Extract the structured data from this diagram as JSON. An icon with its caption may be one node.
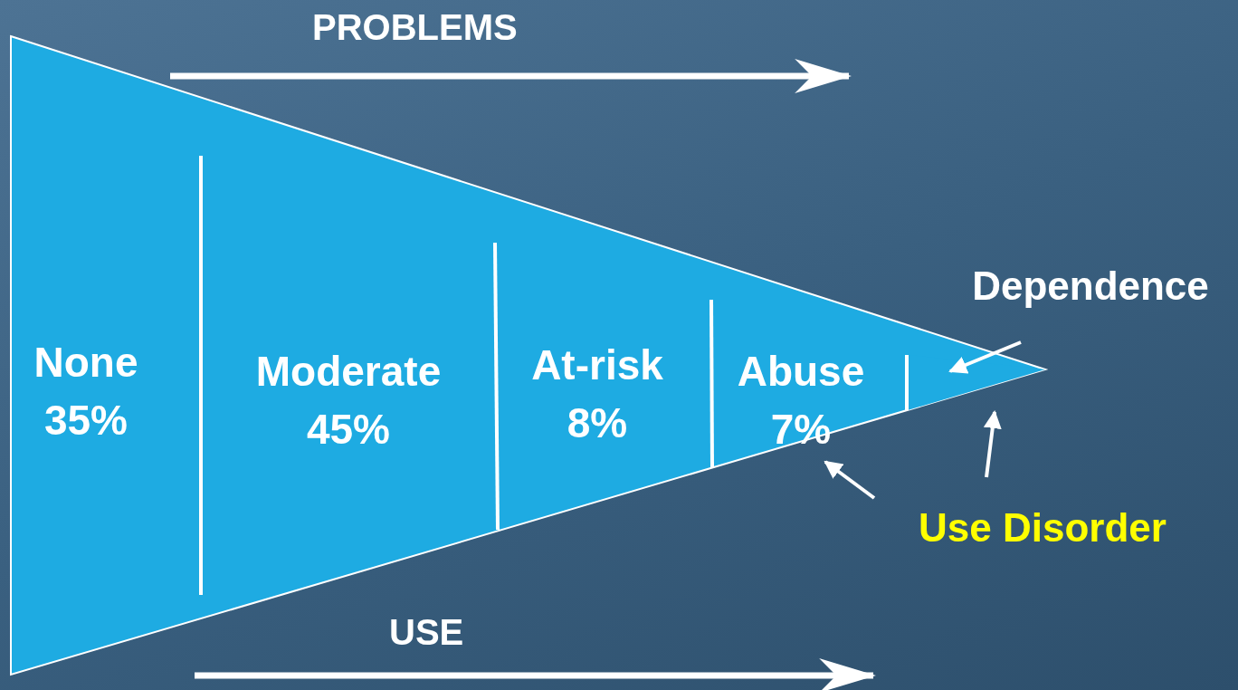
{
  "diagram": {
    "nodes": [
      {
        "text": [],
        "shape": "triangle"
      },
      {
        "text": [
          "None",
          "35%"
        ],
        "in": 0
      },
      {
        "text": [
          "Moderate",
          "45%"
        ],
        "in": 0
      },
      {
        "text": [
          "At-risk",
          "8%"
        ],
        "in": 0
      },
      {
        "text": [
          "Abuse",
          "7%"
        ],
        "in": 0
      },
      {
        "text": [],
        "shape": "triangle",
        "in": 0
      },
      {
        "text": [
          "Dependence"
        ]
      },
      {
        "text": [
          "Use Disorder"
        ]
      }
    ],
    "edges": [
      {
        "from": 6,
        "to": 5,
        "arrow": "to"
      },
      {
        "from": 7,
        "to": 4,
        "arrow": "to"
      },
      {
        "from": 7,
        "to": 5,
        "arrow": "to"
      }
    ],
    "labels": [
      "PROBLEMS",
      "USE"
    ]
  }
}
